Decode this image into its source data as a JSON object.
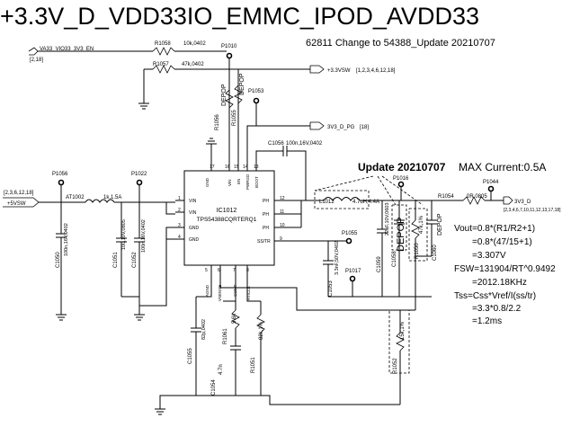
{
  "title": "+3.3V_D_VDD33IO_EMMC_IPOD_AVDD33",
  "change_note": "62811 Change to 54388_Update 20210707",
  "update_label": "Update 20210707",
  "max_current": "MAX Current:0.5A",
  "ic": {
    "ref": "IC1012",
    "part": "TPS54388CQRTERQ1",
    "pins_left": [
      {
        "num": "1",
        "name": "VIN"
      },
      {
        "num": "2",
        "name": "VIN"
      },
      {
        "num": "3",
        "name": "GND"
      },
      {
        "num": "4",
        "name": "GND"
      }
    ],
    "pins_right": [
      {
        "num": "12",
        "name": "PH"
      },
      {
        "num": "11",
        "name": "PH"
      },
      {
        "num": "10",
        "name": "PH"
      },
      {
        "num": "9",
        "name": "SS/TR"
      }
    ],
    "pins_top": [
      {
        "num": "17",
        "name": "GND"
      },
      {
        "num": "16",
        "name": "VIN"
      },
      {
        "num": "15",
        "name": "EN"
      },
      {
        "num": "14",
        "name": "PWRGD"
      },
      {
        "num": "13",
        "name": "BOOT"
      }
    ],
    "pins_bottom": [
      {
        "num": "5",
        "name": "AGND"
      },
      {
        "num": "6",
        "name": "VSENSE"
      },
      {
        "num": "7",
        "name": "COMP"
      },
      {
        "num": "8",
        "name": "RT/CLK"
      }
    ]
  },
  "nets": {
    "enable_in": "VA33_VIO33_3V3_EN",
    "enable_pages": "[2,18]",
    "vsw_out": "+3.3VSW",
    "vsw_out_pages": "[1,2,3,4,6,12,18]",
    "pg_out": "3V3_D_PG",
    "pg_pages": "[18]",
    "vin_in": "+5VSW",
    "vin_pages": "[2,3,6,12,18]",
    "out_net": "3V3_D",
    "out_pages": "[2,3,4,6,7,10,11,12,13,17,18]"
  },
  "components": {
    "r1058": "R1058",
    "r1058_val": "10k,0402",
    "r1057": "R1057",
    "r1057_val": "47k,0402",
    "r1056": "R1056",
    "r1056_val": "DEPOP",
    "r1055": "R1055",
    "r1055_val": "DEPOP",
    "at1002": "AT1002",
    "at1002_val": "1k,1.5A",
    "c1050": "C1050",
    "c1050_val": "100n,16V,0402",
    "c1051": "C1051",
    "c1051_val": "10u,10V,0805",
    "c1052": "C1052",
    "c1052_val": "100n,16V,0402",
    "c1056": "C1056",
    "c1056_val": "100n,16V,0402",
    "c1053": "C1053",
    "c1053_val": "3.3nF,50V,0402",
    "l1012": "L1012",
    "l1012_val": "4.7uH,4.4A",
    "r1054": "R1054",
    "r1054_val": "0R,0805",
    "c1059": "C1059",
    "c1059_val": "22uF,10V,0603",
    "c1058": "C1058",
    "c1058_val": "DEPOP",
    "r1050": "R1050",
    "r1050_val": "47k,1%",
    "c1060": "C1060",
    "c1060_val": "DEPOP",
    "c1055": "C1055",
    "c1055_val": "82p,0402",
    "c1054": "C1054",
    "c1054_val": "4.7n",
    "r1061": "R1061",
    "r1061_val": "5.6k",
    "r1051": "R1051",
    "r1051_val": "82k,1%",
    "r1052": "R1052",
    "r1052_val": "15k,1%"
  },
  "testpoints": {
    "p1010": "P1010",
    "p1053": "P1053",
    "p1056": "P1056",
    "p1022": "P1022",
    "p1016": "P1016",
    "p1044": "P1044",
    "p1055": "P1055",
    "p1017": "P1017"
  },
  "formulas": {
    "f1": "Vout=0.8*(R1/R2+1)",
    "f2": "=0.8*(47/15+1)",
    "f3": "=3.307V",
    "f4": "FSW=131904/RT^0.9492",
    "f5": "=2012.18KHz",
    "f6": "Tss=Css*Vref/I(ss/tr)",
    "f7": "=3.3*0.8/2.2",
    "f8": "=1.2ms"
  }
}
